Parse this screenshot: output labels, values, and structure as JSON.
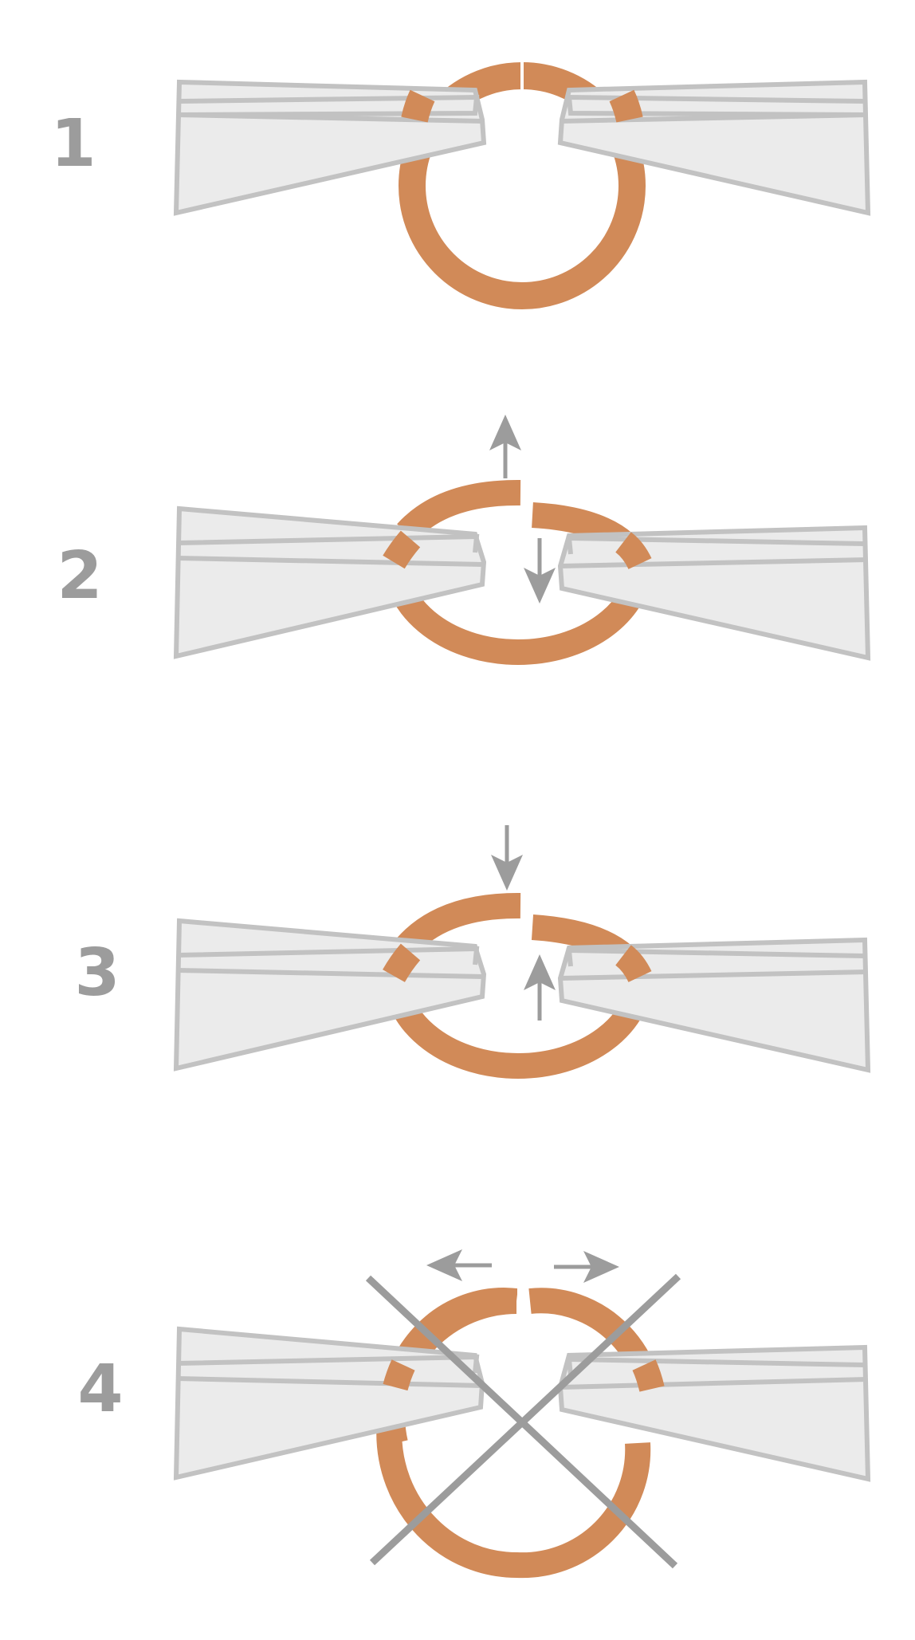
{
  "diagram": {
    "steps": [
      {
        "number": "1"
      },
      {
        "number": "2"
      },
      {
        "number": "3"
      },
      {
        "number": "4"
      }
    ]
  },
  "colors": {
    "ring": "#D18A58",
    "plier_fill": "#EBEBEB",
    "plier_stroke": "#C2C2C2",
    "arrow": "#9C9C9C",
    "cross": "#9C9C9C",
    "number": "#9C9C9C",
    "background": "#FFFFFF"
  },
  "icons": {
    "ring": "jump-ring",
    "tool": "flat-nose-pliers",
    "arrow": "direction-arrow",
    "prohibited": "cross-mark"
  }
}
